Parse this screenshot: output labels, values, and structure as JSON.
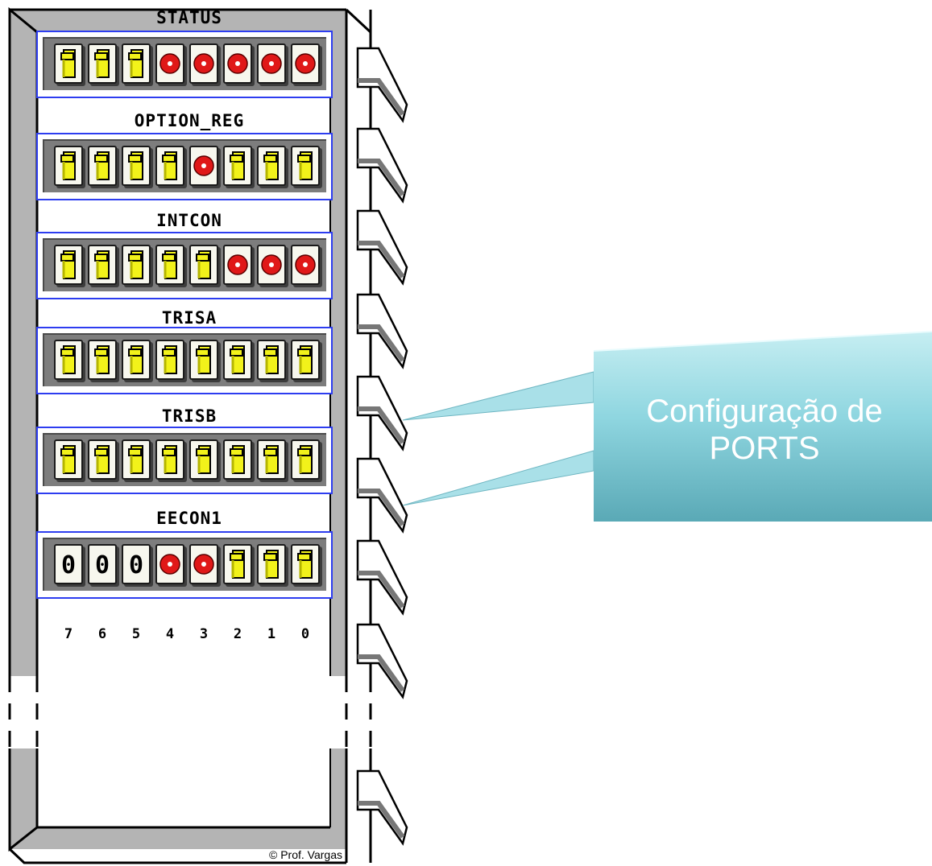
{
  "registers": [
    {
      "name": "STATUS",
      "bits": [
        "switch",
        "switch",
        "switch",
        "led",
        "led",
        "led",
        "led",
        "led"
      ]
    },
    {
      "name": "OPTION_REG",
      "bits": [
        "switch",
        "switch",
        "switch",
        "switch",
        "led",
        "switch",
        "switch",
        "switch"
      ]
    },
    {
      "name": "INTCON",
      "bits": [
        "switch",
        "switch",
        "switch",
        "switch",
        "switch",
        "led",
        "led",
        "led"
      ]
    },
    {
      "name": "TRISA",
      "bits": [
        "switch",
        "switch",
        "switch",
        "switch",
        "switch",
        "switch",
        "switch",
        "switch"
      ]
    },
    {
      "name": "TRISB",
      "bits": [
        "switch",
        "switch",
        "switch",
        "switch",
        "switch",
        "switch",
        "switch",
        "switch"
      ]
    },
    {
      "name": "EECON1",
      "bits": [
        "zero",
        "zero",
        "zero",
        "led",
        "led",
        "switch",
        "switch",
        "switch"
      ]
    }
  ],
  "zero_label": "0",
  "bit_numbers": [
    "7",
    "6",
    "5",
    "4",
    "3",
    "2",
    "1",
    "0"
  ],
  "credit": "© Prof. Vargas",
  "callout": {
    "line1": "Configuração de",
    "line2": "PORTS"
  },
  "colors": {
    "register_border": "#2d3df0",
    "register_well": "#7d7d7d",
    "switch_yellow": "#f2f21a",
    "led_red": "#e01818",
    "callout_fill": "#8fd6e0",
    "callout_dark": "#5aa9b6",
    "chip_side": "#b4b4b4"
  }
}
